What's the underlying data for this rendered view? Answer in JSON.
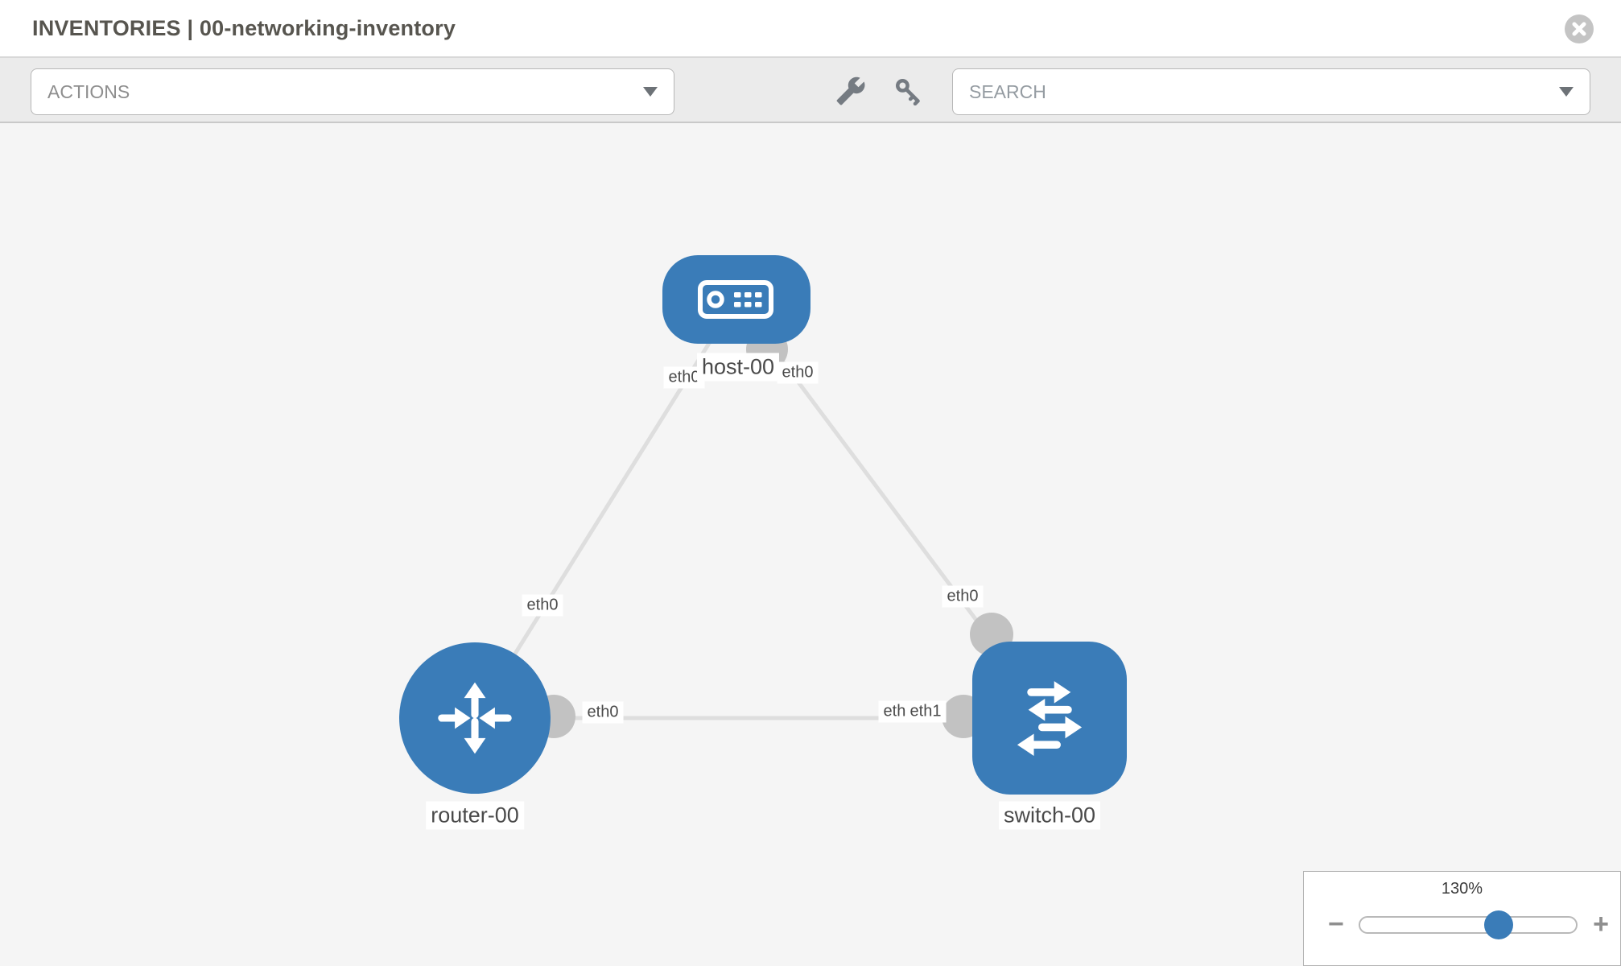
{
  "header": {
    "title": "INVENTORIES | 00-networking-inventory",
    "close_icon": "x-circle-icon"
  },
  "toolbar": {
    "actions_placeholder": "ACTIONS",
    "search_placeholder": "SEARCH",
    "icons": [
      "wrench-icon",
      "key-icon"
    ]
  },
  "topology": {
    "nodes": [
      {
        "label": "host-00",
        "type": "host",
        "shape": "rounded-rect",
        "icon": "server-icon"
      },
      {
        "label": "router-00",
        "type": "router",
        "shape": "circle",
        "icon": "router-arrows-icon"
      },
      {
        "label": "switch-00",
        "type": "switch",
        "shape": "rounded-square",
        "icon": "switch-arrows-icon"
      }
    ],
    "links": [
      {
        "source": "host-00",
        "target": "router-00",
        "source_interface": "eth0",
        "target_interface": "eth0"
      },
      {
        "source": "host-00",
        "target": "switch-00",
        "source_interface": "eth0",
        "target_interface": "eth0"
      },
      {
        "source": "router-00",
        "target": "switch-00",
        "source_interface": "eth0",
        "target_interface": "eth1",
        "target_interface_occluded": "eth0"
      }
    ]
  },
  "zoom_widget": {
    "level": "130%",
    "minus_label": "−",
    "plus_label": "+",
    "slider_position_pct": 64
  },
  "colors": {
    "node_fill": "#3a7cb8",
    "edge": "#dedede",
    "connector": "#c2c2c2",
    "canvas_bg": "#f5f5f5",
    "toolbar_bg": "#ebebeb",
    "accent_blue": "#3a7cb8"
  }
}
